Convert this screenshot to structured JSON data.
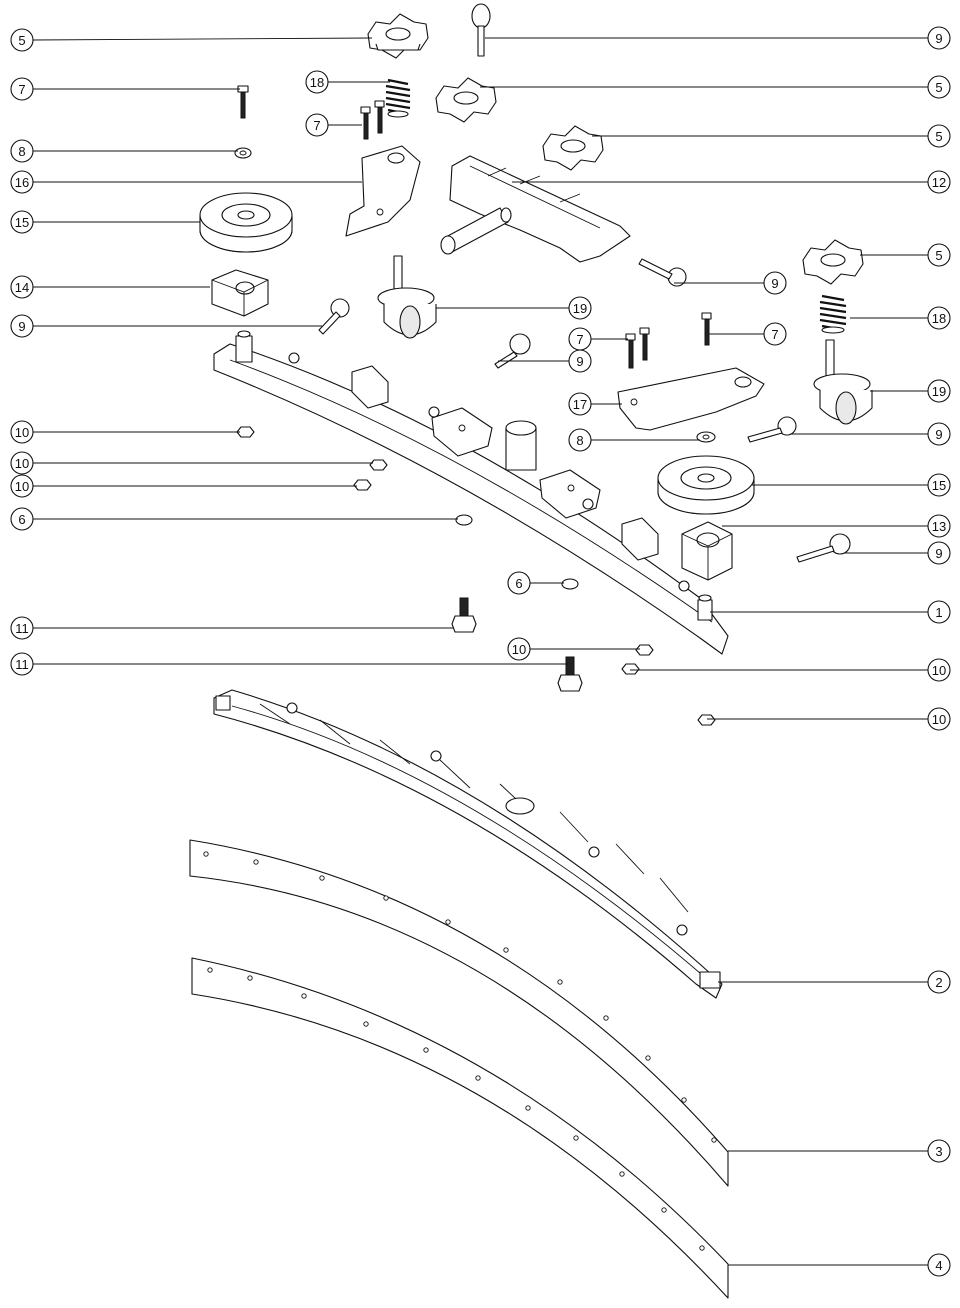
{
  "diagram": {
    "callouts": [
      "5",
      "9",
      "7",
      "18",
      "5",
      "7",
      "5",
      "8",
      "16",
      "12",
      "15",
      "5",
      "14",
      "9",
      "18",
      "9",
      "19",
      "7",
      "7",
      "9",
      "17",
      "19",
      "10",
      "8",
      "9",
      "10",
      "15",
      "10",
      "6",
      "13",
      "9",
      "6",
      "11",
      "1",
      "10",
      "11",
      "10",
      "10",
      "2",
      "3",
      "4"
    ]
  }
}
